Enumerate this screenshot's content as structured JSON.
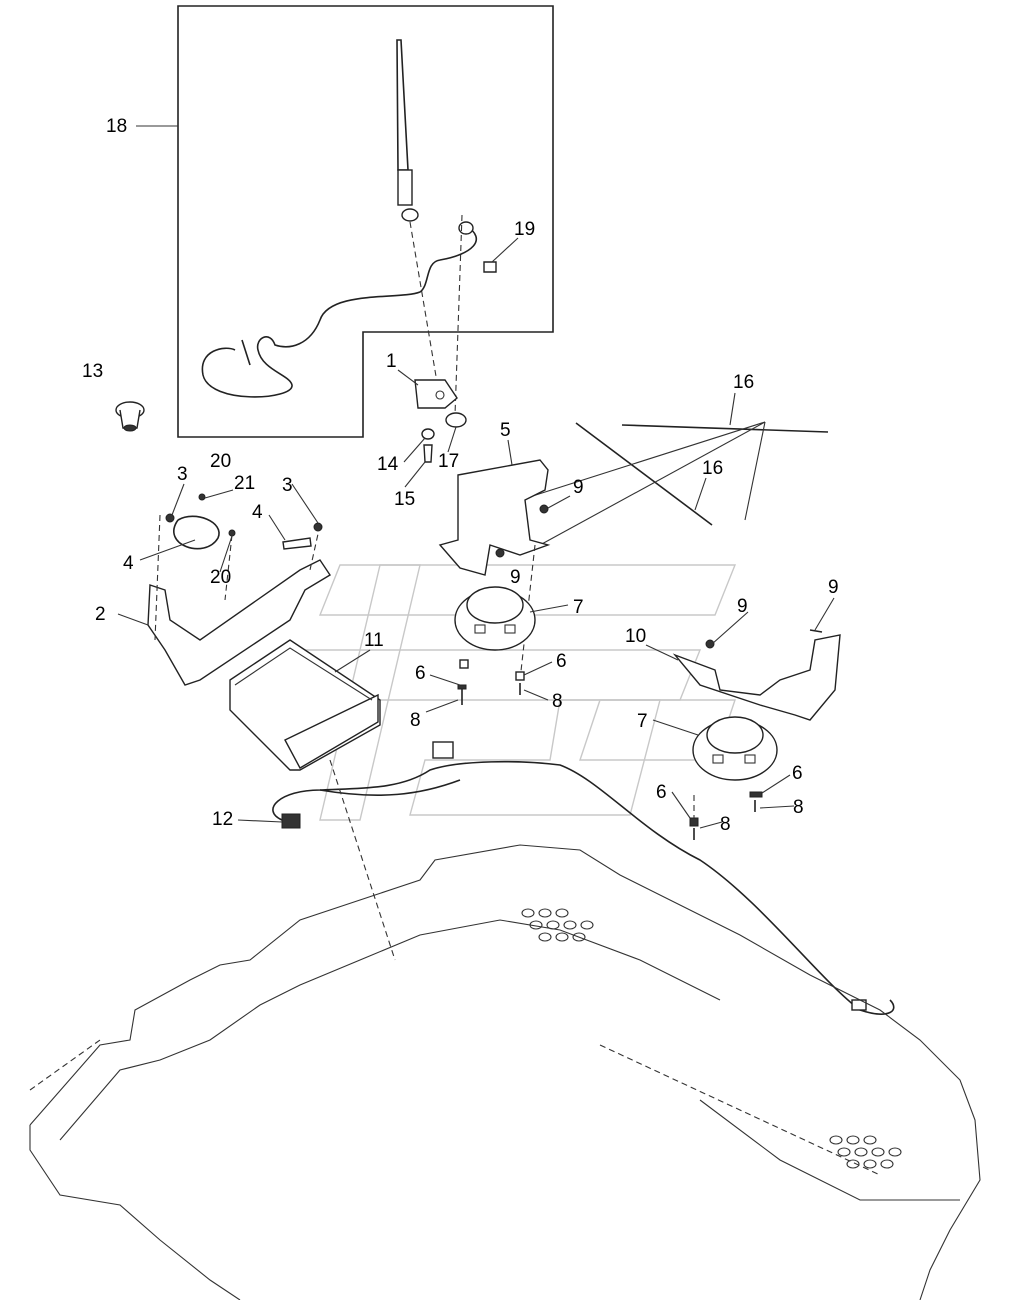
{
  "callouts": [
    {
      "id": "c18",
      "text": "18"
    },
    {
      "id": "c19",
      "text": "19"
    },
    {
      "id": "c13",
      "text": "13"
    },
    {
      "id": "c1",
      "text": "1"
    },
    {
      "id": "c16a",
      "text": "16"
    },
    {
      "id": "c16b",
      "text": "16"
    },
    {
      "id": "c5",
      "text": "5"
    },
    {
      "id": "c14",
      "text": "14"
    },
    {
      "id": "c17",
      "text": "17"
    },
    {
      "id": "c15",
      "text": "15"
    },
    {
      "id": "c3a",
      "text": "3"
    },
    {
      "id": "c20a",
      "text": "20"
    },
    {
      "id": "c21",
      "text": "21"
    },
    {
      "id": "c3b",
      "text": "3"
    },
    {
      "id": "c4a",
      "text": "4"
    },
    {
      "id": "c4b",
      "text": "4"
    },
    {
      "id": "c20b",
      "text": "20"
    },
    {
      "id": "c9a",
      "text": "9"
    },
    {
      "id": "c9b",
      "text": "9"
    },
    {
      "id": "c9c",
      "text": "9"
    },
    {
      "id": "c9d",
      "text": "9"
    },
    {
      "id": "c2",
      "text": "2"
    },
    {
      "id": "c7a",
      "text": "7"
    },
    {
      "id": "c11",
      "text": "11"
    },
    {
      "id": "c10",
      "text": "10"
    },
    {
      "id": "c6a",
      "text": "6"
    },
    {
      "id": "c6b",
      "text": "6"
    },
    {
      "id": "c8a",
      "text": "8"
    },
    {
      "id": "c8b",
      "text": "8"
    },
    {
      "id": "c7b",
      "text": "7"
    },
    {
      "id": "c6c",
      "text": "6"
    },
    {
      "id": "c6d",
      "text": "6"
    },
    {
      "id": "c8c",
      "text": "8"
    },
    {
      "id": "c8d",
      "text": "8"
    },
    {
      "id": "c12",
      "text": "12"
    }
  ]
}
